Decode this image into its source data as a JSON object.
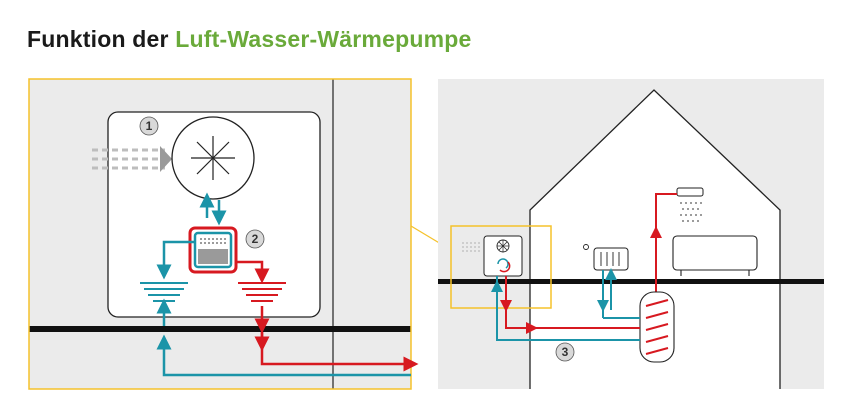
{
  "title": {
    "prefix": "Funktion der ",
    "highlight": "Luft-Wasser-Wärmepumpe"
  },
  "markers": [
    "1",
    "2",
    "3"
  ],
  "colors": {
    "accent": "#6aaa3a",
    "frame": "#f5c22b",
    "supply": "#d71920",
    "return": "#1b94a8",
    "panel": "#ebebeb"
  }
}
